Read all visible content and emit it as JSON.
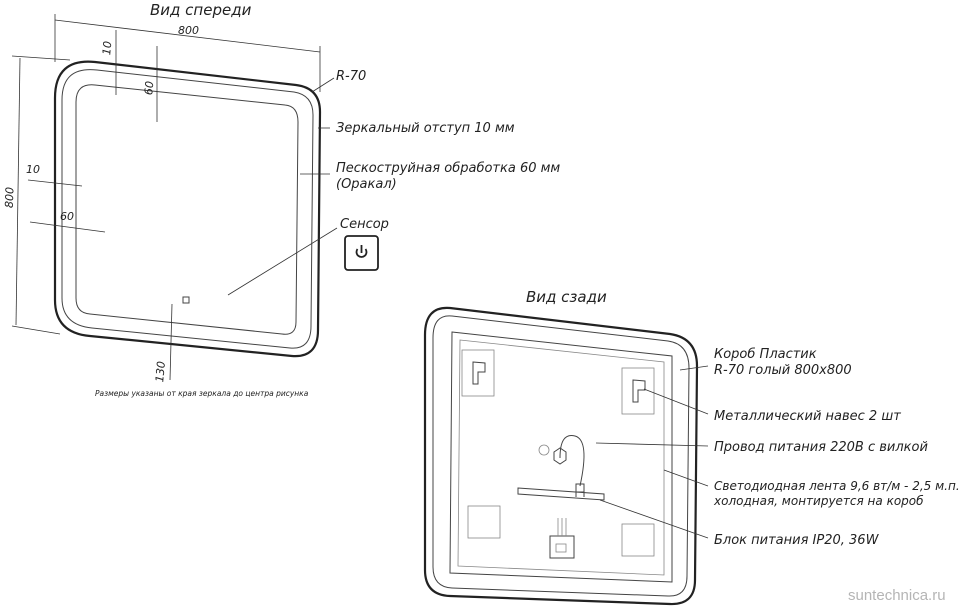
{
  "front": {
    "title": "Вид спереди",
    "dim_width": "800",
    "dim_height": "800",
    "dim_top_offset": "10",
    "dim_top_sandblast": "60",
    "dim_left_offset": "10",
    "dim_left_sandblast": "60",
    "dim_bottom": "130",
    "radius": "R-70",
    "callout_mirror_offset": "Зеркальный отступ 10 мм",
    "callout_sandblast_line1": "Пескоструйная обработка 60 мм",
    "callout_sandblast_line2": "(Оракал)",
    "callout_sensor": "Сенсор",
    "footnote": "Размеры указаны от края зеркала до центра рисунка"
  },
  "back": {
    "title": "Вид сзади",
    "callout_box_line1": "Короб Пластик",
    "callout_box_line2": "R-70 голый   800x800",
    "callout_hanger": "Металлический навес 2 шт",
    "callout_cable": "Провод питания 220В с вилкой",
    "callout_led_line1": "Светодиодная лента 9,6 вт/м - 2,5 м.п.",
    "callout_led_line2": "холодная, монтируется на короб",
    "callout_psu": "Блок питания IP20, 36W"
  },
  "watermark": "suntechnica.ru",
  "icons": [
    "power-icon"
  ]
}
